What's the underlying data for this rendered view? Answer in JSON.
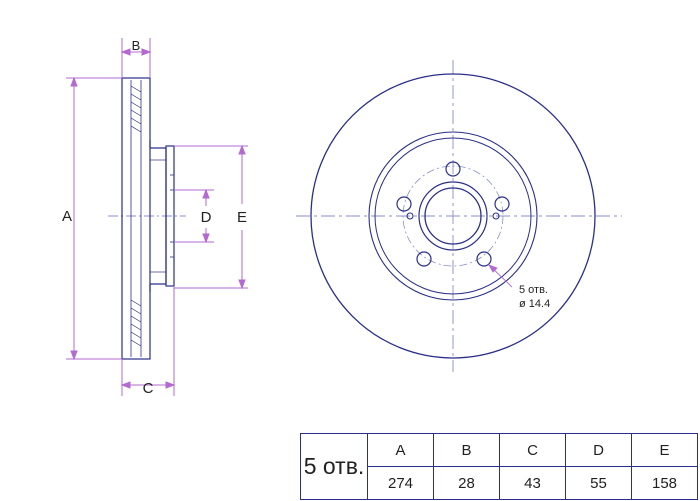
{
  "labels": {
    "A": "A",
    "B": "B",
    "C": "C",
    "D": "D",
    "E": "E"
  },
  "bolt_note": {
    "count": "5 отв.",
    "diameter": "ø 14.4"
  },
  "table": {
    "holes_label": "5 отв.",
    "headers": [
      "A",
      "B",
      "C",
      "D",
      "E"
    ],
    "values": [
      "274",
      "28",
      "43",
      "55",
      "158"
    ]
  },
  "colors": {
    "outline": "#2a2f8a",
    "dimension": "#b26ad0",
    "centerline": "#8a8fc8"
  }
}
